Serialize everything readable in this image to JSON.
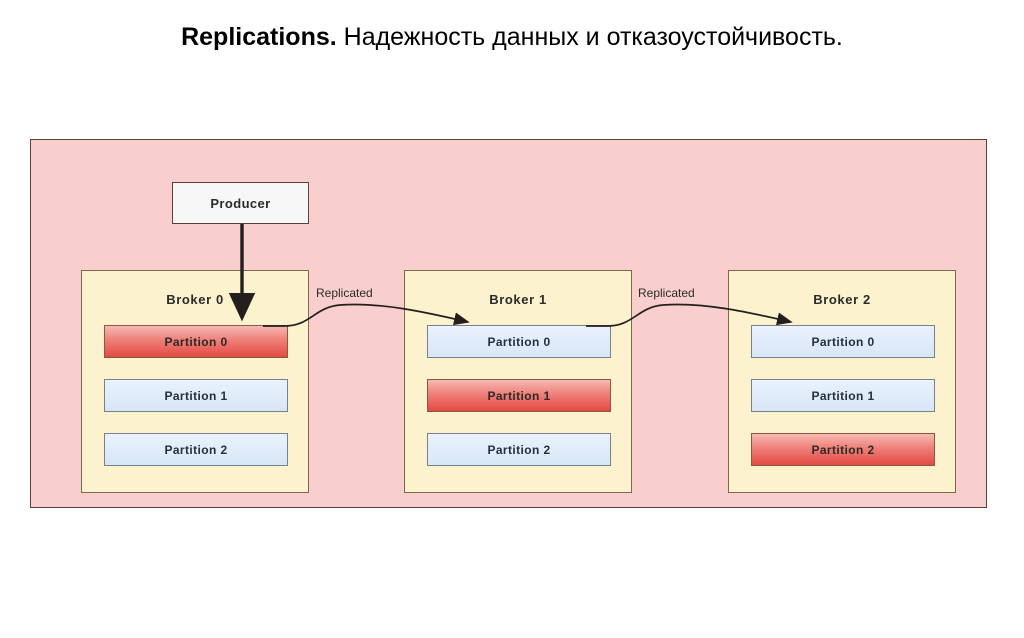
{
  "slide": {
    "title_strong": "Replications.",
    "title_rest": " Надежность данных и отказоустойчивость.",
    "background_color": "#ffffff"
  },
  "diagram": {
    "panel_color": "#f8cfcc",
    "panel_border_color": "#5b4038",
    "producer": {
      "label": "Producer",
      "fill_color": "#f7f7f7",
      "border_color": "#5b4038"
    },
    "leader_color": "#e24a43",
    "follower_color": "#d7e6f8",
    "broker_fill_color": "#fcf2cd",
    "broker_border_color": "#7d6a4b",
    "arrow_color": "#231f1c",
    "edge_labels": [
      {
        "text": "Replicated"
      },
      {
        "text": "Replicated"
      }
    ],
    "brokers": [
      {
        "title": "Broker 0",
        "partitions": [
          {
            "label": "Partition 0",
            "role": "leader"
          },
          {
            "label": "Partition 1",
            "role": "follower"
          },
          {
            "label": "Partition 2",
            "role": "follower"
          }
        ]
      },
      {
        "title": "Broker 1",
        "partitions": [
          {
            "label": "Partition 0",
            "role": "follower"
          },
          {
            "label": "Partition 1",
            "role": "leader"
          },
          {
            "label": "Partition 2",
            "role": "follower"
          }
        ]
      },
      {
        "title": "Broker 2",
        "partitions": [
          {
            "label": "Partition 0",
            "role": "follower"
          },
          {
            "label": "Partition 1",
            "role": "follower"
          },
          {
            "label": "Partition 2",
            "role": "leader"
          }
        ]
      }
    ]
  }
}
